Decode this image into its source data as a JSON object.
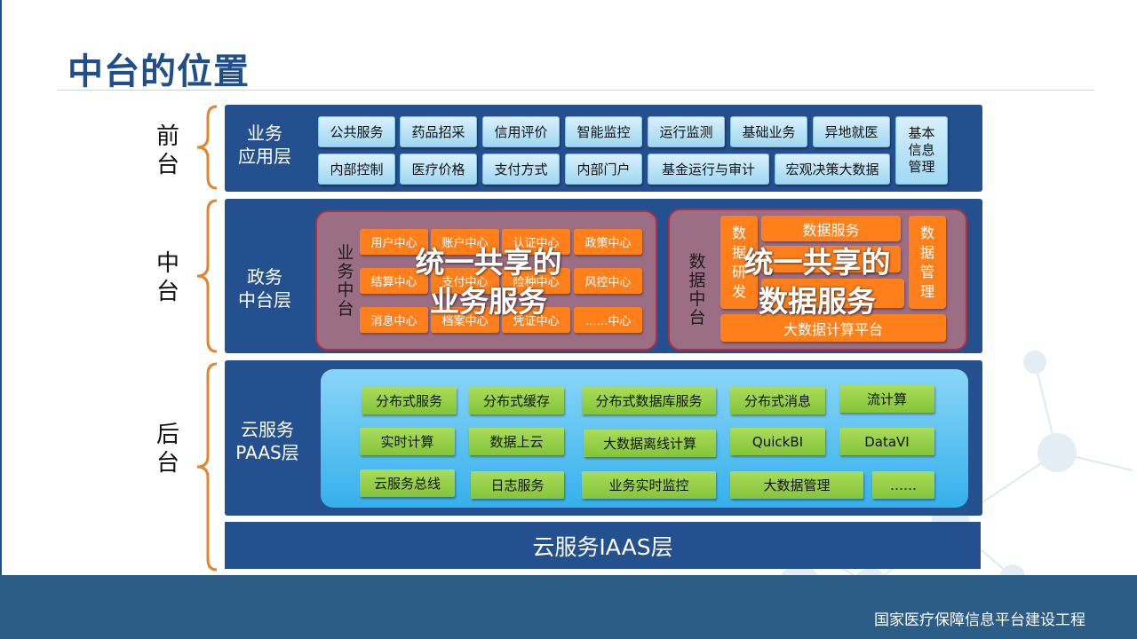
{
  "title": "中台的位置",
  "side_labels": {
    "front": "前\n台",
    "middle": "中\n台",
    "back": "后\n台"
  },
  "business_layer": {
    "label": "业务\n应用层",
    "row1": [
      "公共服务",
      "药品招采",
      "信用评价",
      "智能监控",
      "运行监测",
      "基础业务",
      "异地就医"
    ],
    "row2": [
      "内部控制",
      "医疗价格",
      "支付方式",
      "内部门户",
      "基金运行与审计",
      "宏观决策大数据"
    ],
    "tall_item": "基本\n信息\n管理"
  },
  "middle_layer": {
    "label": "政务\n中台层",
    "business_platform": {
      "label": "业\n务\n中\n台",
      "items": [
        "用户中心",
        "账户中心",
        "认证中心",
        "政策中心",
        "结算中心",
        "支付中心",
        "险种中心",
        "风控中心",
        "消息中心",
        "档案中心",
        "凭证中心",
        "……中心"
      ],
      "overlay": "统一共享的\n业务服务"
    },
    "data_platform": {
      "label": "数\n据\n中\n台",
      "dev_item": "数\n据\n研\n发",
      "service_item": "数据服务",
      "mid_item": "",
      "mgmt_item": "数\n据\n管\n理",
      "compute_item": "大数据计算平台",
      "overlay": "统一共享的\n数据服务"
    }
  },
  "paas_layer": {
    "label": "云服务\nPAAS层",
    "rows": [
      [
        "分布式服务",
        "分布式缓存",
        "分布式数据库服务",
        "分布式消息",
        "流计算"
      ],
      [
        "实时计算",
        "数据上云",
        "大数据离线计算",
        "QuickBI",
        "DataVI"
      ],
      [
        "云服务总线",
        "日志服务",
        "业务实时监控",
        "大数据管理",
        "……"
      ]
    ]
  },
  "iaas_layer": {
    "label": "云服务IAAS层"
  },
  "footer": {
    "text": "国家医疗保障信息平台建设工程"
  },
  "colors": {
    "band": "#24508f",
    "accent_orange": "#ff7f1a",
    "brace": "#e0862e",
    "green": "#8cc63f",
    "title": "#1f4e8c"
  }
}
